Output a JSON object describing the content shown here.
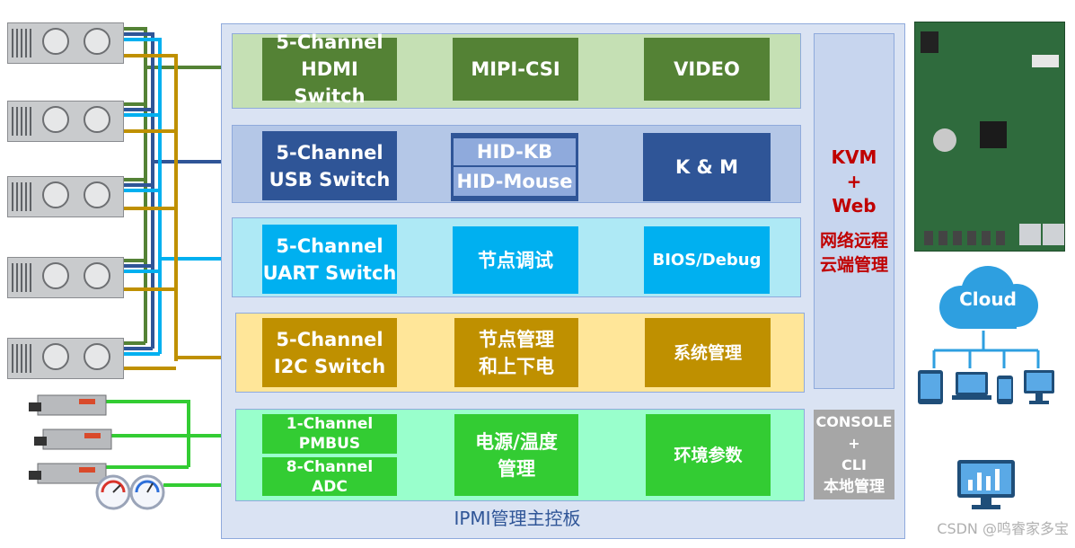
{
  "board_title": "IPMI管理主控板",
  "rows": [
    {
      "switch": "5-Channel\nHDMI Switch",
      "middle": "MIPI-CSI",
      "right": "VIDEO"
    },
    {
      "switch": "5-Channel\nUSB Switch",
      "middle_top": "HID-KB",
      "middle_bottom": "HID-Mouse",
      "right": "K & M"
    },
    {
      "switch": "5-Channel\nUART Switch",
      "middle": "节点调试",
      "right": "BIOS/Debug"
    },
    {
      "switch": "5-Channel\nI2C Switch",
      "middle": "节点管理\n和上下电",
      "right": "系统管理"
    },
    {
      "switch_top": "1-Channel\nPMBUS",
      "switch_bottom": "8-Channel\nADC",
      "middle": "电源/温度\n管理",
      "right": "环境参数"
    }
  ],
  "kvm_panel": {
    "title": "KVM\n+\nWeb",
    "subtitle": "网络远程\n云端管理"
  },
  "console_panel": {
    "title": "CONSOLE\n+\nCLI",
    "subtitle": "本地管理"
  },
  "cloud_label": "Cloud",
  "watermark": "CSDN @鸣睿家多宝",
  "colors": {
    "hdmi": "#548235",
    "hdmi_bg": "#c5e0b4",
    "usb": "#2f5597",
    "usb_bg": "#b4c7e7",
    "uart": "#00b0f0",
    "uart_bg": "#aee9f5",
    "i2c": "#bf9000",
    "i2c_bg": "#ffe699",
    "pmbus": "#33cc33",
    "pmbus_bg": "#99ffcc"
  }
}
